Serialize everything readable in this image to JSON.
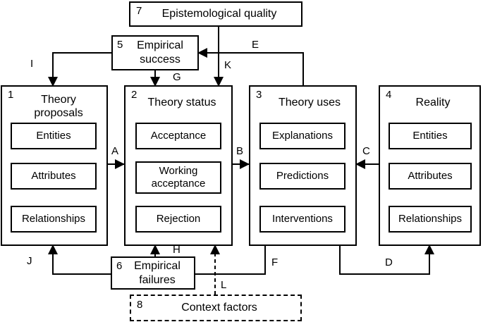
{
  "boxes": {
    "b1": {
      "number": "1",
      "title": "Theory proposals",
      "items": [
        "Entities",
        "Attributes",
        "Relationships"
      ]
    },
    "b2": {
      "number": "2",
      "title": "Theory status",
      "items": [
        "Acceptance",
        "Working acceptance",
        "Rejection"
      ]
    },
    "b3": {
      "number": "3",
      "title": "Theory uses",
      "items": [
        "Explanations",
        "Predictions",
        "Interventions"
      ]
    },
    "b4": {
      "number": "4",
      "title": "Reality",
      "items": [
        "Entities",
        "Attributes",
        "Relationships"
      ]
    },
    "b5": {
      "number": "5",
      "title": "Empirical success"
    },
    "b6": {
      "number": "6",
      "title": "Empirical failures"
    },
    "b7": {
      "number": "7",
      "title": "Epistemological quality"
    },
    "b8": {
      "number": "8",
      "title": "Context factors"
    }
  },
  "arrows": {
    "A": "A",
    "B": "B",
    "C": "C",
    "D": "D",
    "E": "E",
    "F": "F",
    "G": "G",
    "H": "H",
    "I": "I",
    "J": "J",
    "K": "K",
    "L": "L"
  }
}
